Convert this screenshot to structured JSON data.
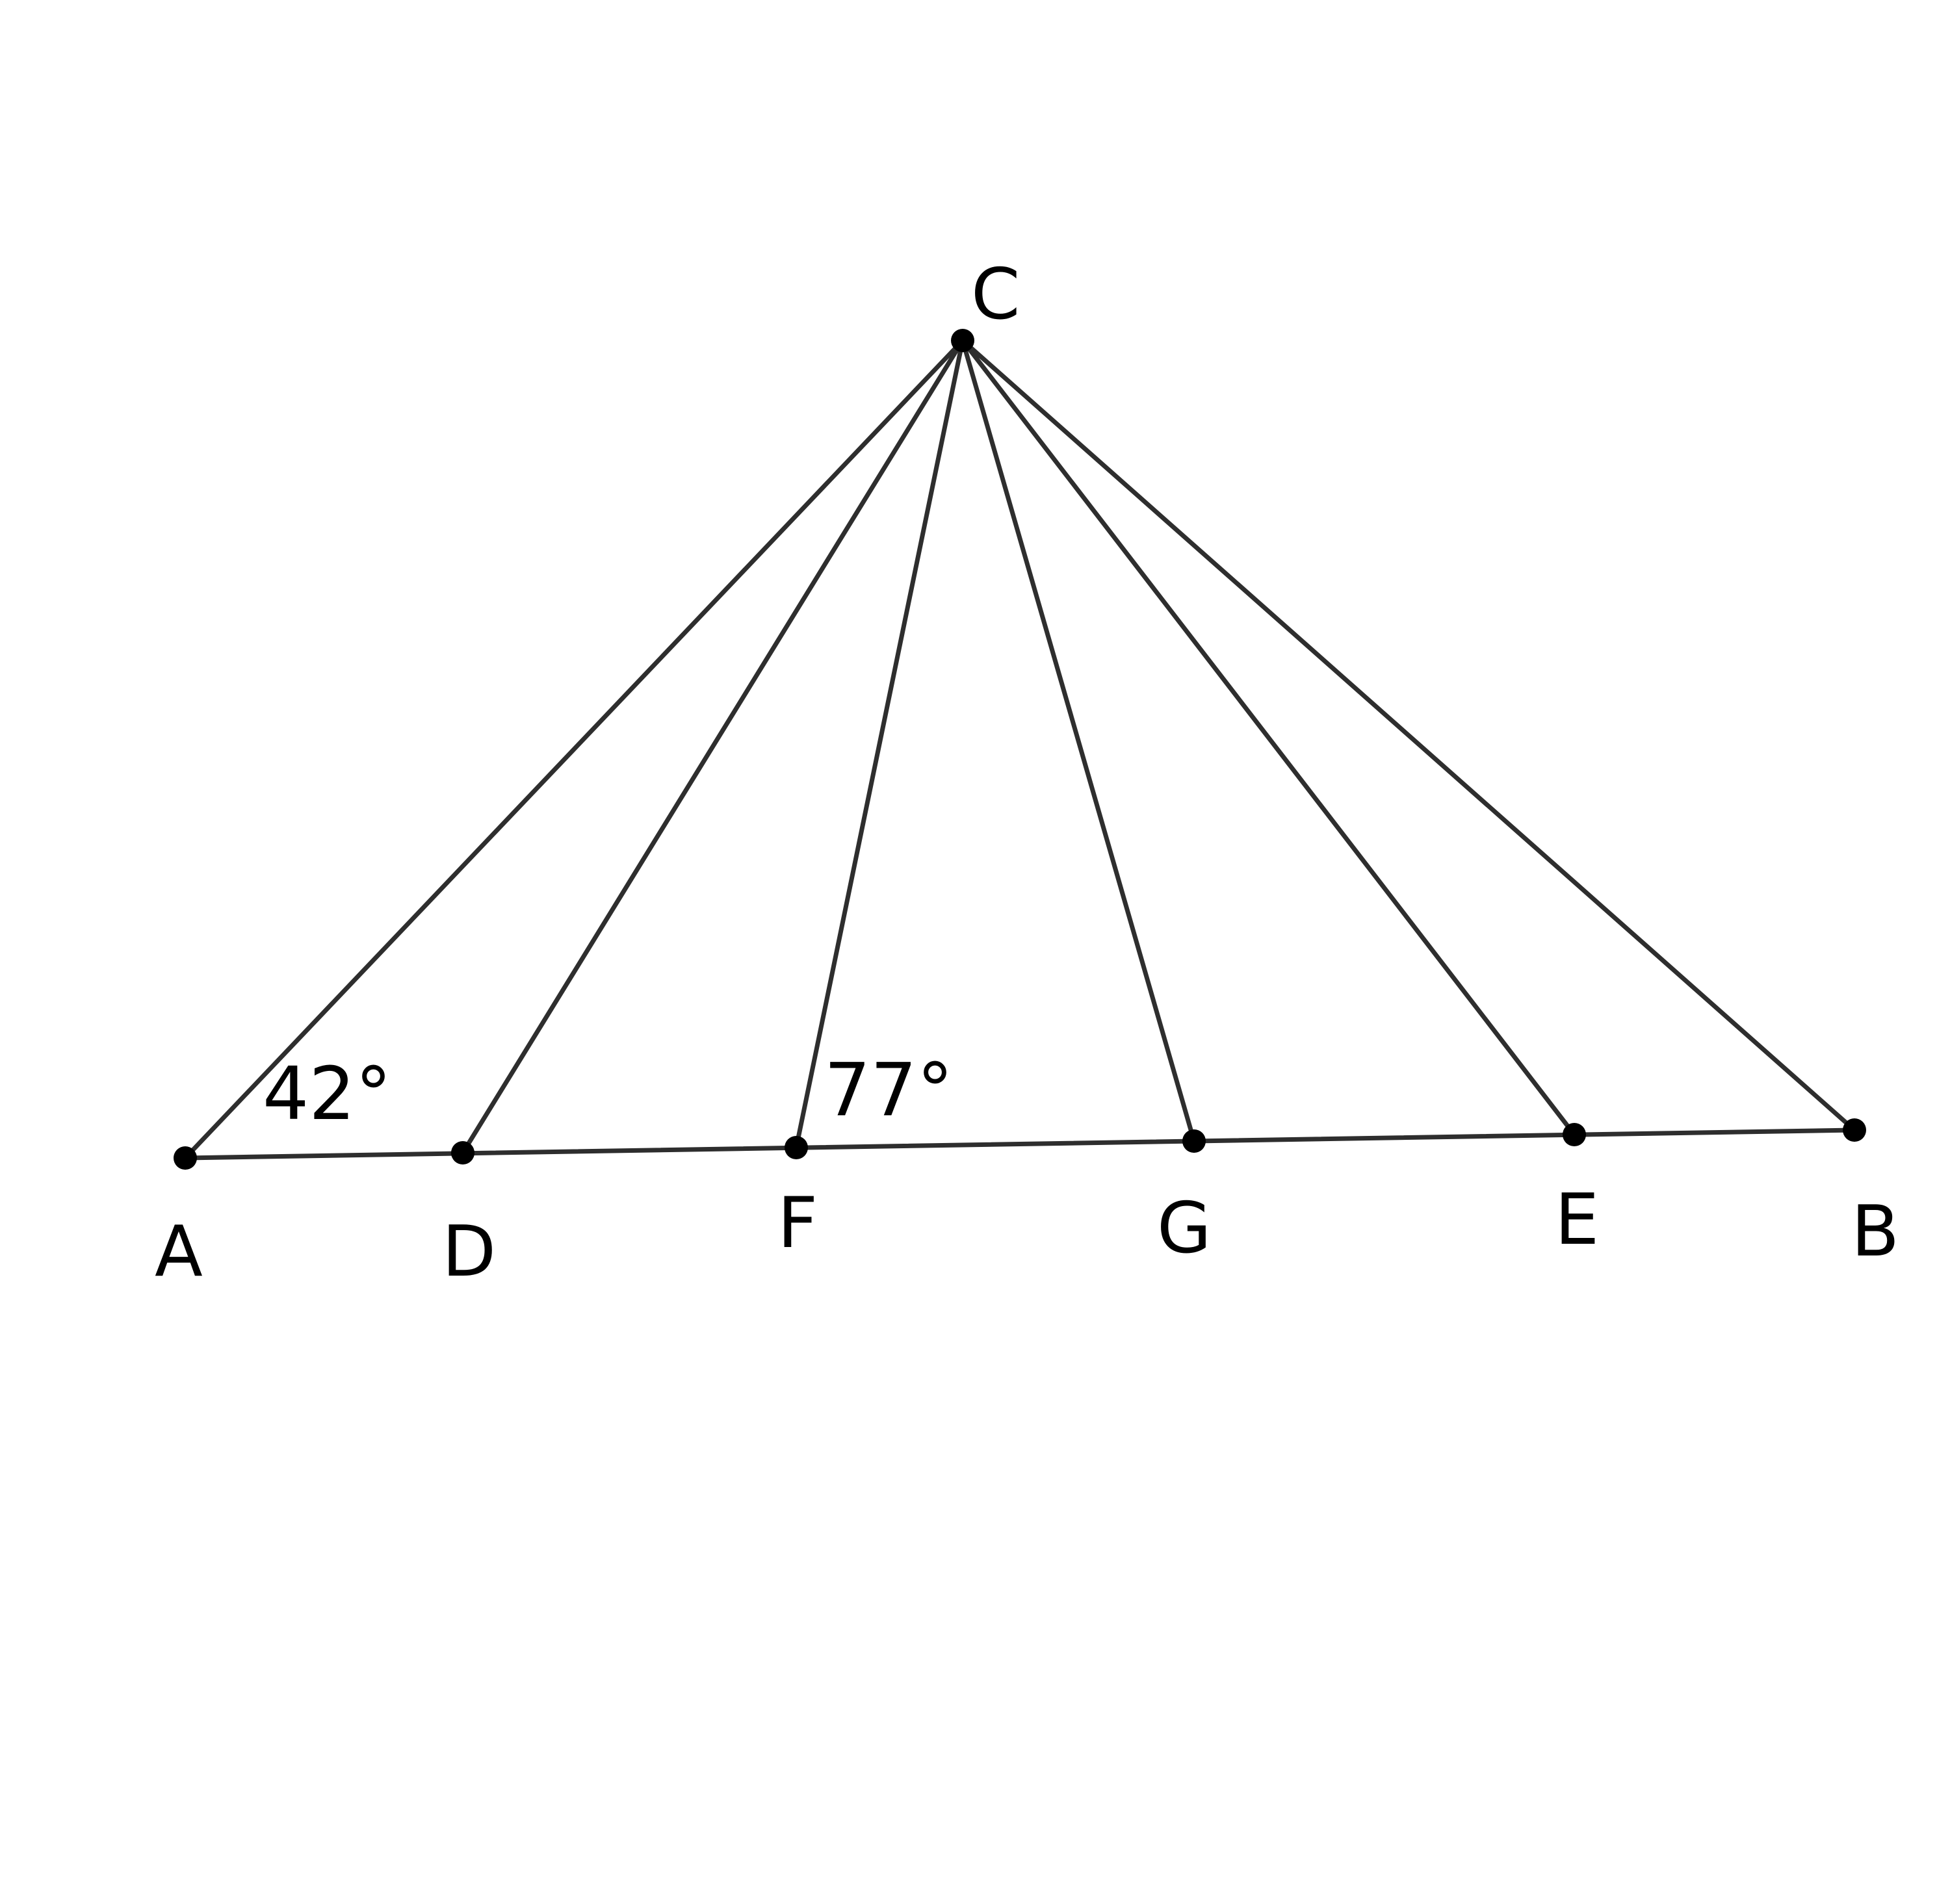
{
  "points": {
    "A": {
      "label": "A"
    },
    "D": {
      "label": "D"
    },
    "F": {
      "label": "F"
    },
    "G": {
      "label": "G"
    },
    "E": {
      "label": "E"
    },
    "B": {
      "label": "B"
    },
    "C": {
      "label": "C"
    }
  },
  "angles": {
    "at_A": "42°",
    "at_F": "77°"
  },
  "colors": {
    "line": "#2e2e2e",
    "point": "#000000",
    "background": "#ffffff"
  }
}
